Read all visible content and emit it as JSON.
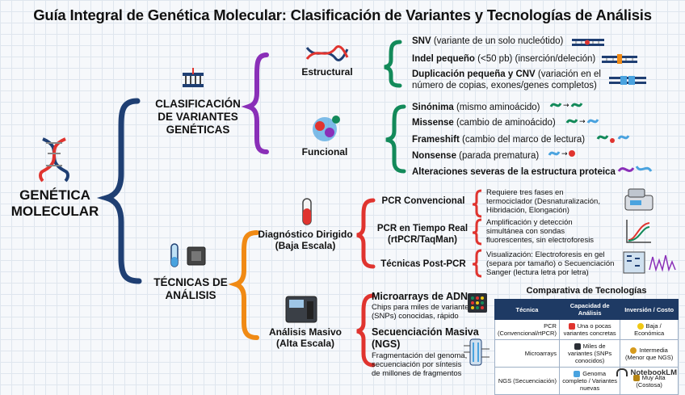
{
  "title": "Guía Integral de Genética Molecular: Clasificación de Variantes y Tecnologías de Análisis",
  "root": "GENÉTICA MOLECULAR",
  "branches": {
    "clasificacion": "CLASIFICACIÓN DE VARIANTES GENÉTICAS",
    "tecnicas": "TÉCNICAS DE ANÁLISIS"
  },
  "estructural": {
    "label": "Estructural",
    "items": [
      {
        "bold": "SNV",
        "rest": " (variante de un solo nucleótido)"
      },
      {
        "bold": "Indel pequeño",
        "rest": " (<50 pb) (inserción/deleción)"
      },
      {
        "bold": "Duplicación pequeña y CNV",
        "rest": " (variación en el"
      },
      {
        "bold": "",
        "rest": "número de copias, exones/genes completos)"
      }
    ]
  },
  "funcional": {
    "label": "Funcional",
    "items": [
      {
        "bold": "Sinónima",
        "rest": " (mismo aminoácido)"
      },
      {
        "bold": "Missense",
        "rest": " (cambio de aminoácido)"
      },
      {
        "bold": "Frameshift",
        "rest": " (cambio del marco de lectura)"
      },
      {
        "bold": "Nonsense",
        "rest": " (parada prematura)"
      },
      {
        "bold": "Alteraciones severas de la estructura proteica",
        "rest": ""
      }
    ]
  },
  "dirigido": {
    "label": "Diagnóstico Dirigido (Baja Escala)",
    "pcr_conv": {
      "label": "PCR Convencional",
      "desc": [
        "Requiere tres fases en",
        "termociclador (Desnaturalización,",
        "Hibridación, Elongación)"
      ]
    },
    "pcr_rt": {
      "label": "PCR en Tiempo Real (rtPCR/TaqMan)",
      "desc": [
        "Amplificación y detección",
        "simultánea con sondas",
        "fluorescentes, sin electroforesis"
      ]
    },
    "post_pcr": {
      "label": "Técnicas Post-PCR",
      "desc": [
        "Visualización: Electroforesis en gel",
        "(separa por tamaño) o Secuenciación",
        "Sanger (lectura letra por letra)"
      ]
    }
  },
  "masivo": {
    "label": "Análisis Masivo (Alta Escala)",
    "microarrays": {
      "label": "Microarrays de ADN",
      "desc": [
        "Chips para miles de variantes",
        "(SNPs) conocidas, rápido"
      ]
    },
    "ngs": {
      "label": "Secuenciación Masiva (NGS)",
      "desc": [
        "Fragmentación del genoma,",
        "secuenciación por síntesis",
        "de millones de fragmentos"
      ]
    }
  },
  "table": {
    "title": "Comparativa de Tecnologías",
    "headers": [
      "Técnica",
      "Capacidad de Análisis",
      "Inversión / Costo"
    ],
    "rows": [
      [
        "PCR (Convencional/rtPCR)",
        "Una o pocas variantes concretas",
        "Baja / Económica"
      ],
      [
        "Microarrays",
        "Miles de variantes (SNPs conocidos)",
        "Intermedia (Menor que NGS)"
      ],
      [
        "NGS (Secuenciación)",
        "Genoma completo / Variantes nuevas",
        "Muy Alta (Costosa)"
      ]
    ]
  },
  "footer": "NotebookLM",
  "colors": {
    "navy": "#1f3f73",
    "purple": "#8a2fb8",
    "green": "#138a5a",
    "orange": "#f08a14",
    "red": "#e0342f"
  }
}
